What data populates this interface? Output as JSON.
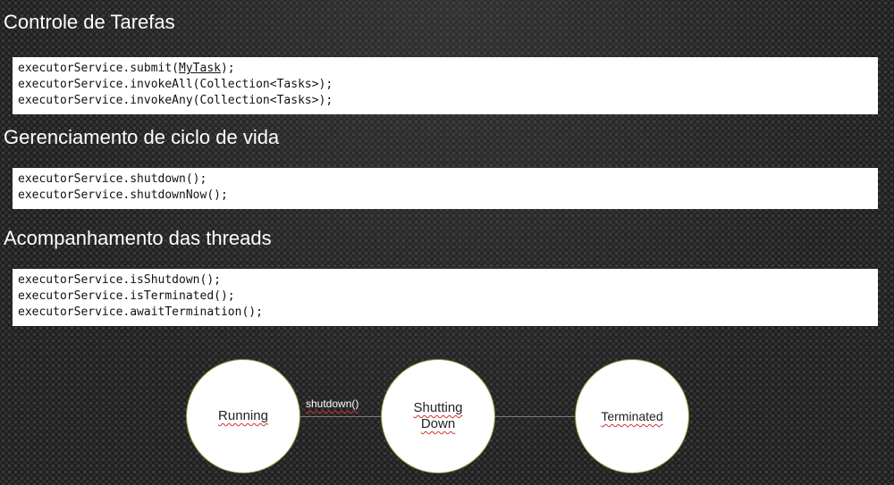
{
  "sections": [
    {
      "heading": "Controle de Tarefas",
      "code": [
        "executorService.submit(",
        "MyTask",
        ");",
        "executorService.invokeAll(Collection<Tasks>);",
        "executorService.invokeAny(Collection<Tasks>);"
      ]
    },
    {
      "heading": "Gerenciamento de ciclo de vida",
      "code": [
        "executorService.shutdown();",
        "executorService.shutdownNow();"
      ]
    },
    {
      "heading": "Acompanhamento das threads",
      "code": [
        "executorService.isShutdown();",
        "executorService.isTerminated();",
        "executorService.awaitTermination();"
      ]
    }
  ],
  "diagram": {
    "states": {
      "running": "Running",
      "shutting_line1": "Shutting",
      "shutting_line2": "Down",
      "terminated": "Terminated"
    },
    "transition_label": "shutdown()",
    "colors": {
      "circle_border": "#8a9a3c",
      "spellcheck_underline": "#d23030"
    }
  }
}
